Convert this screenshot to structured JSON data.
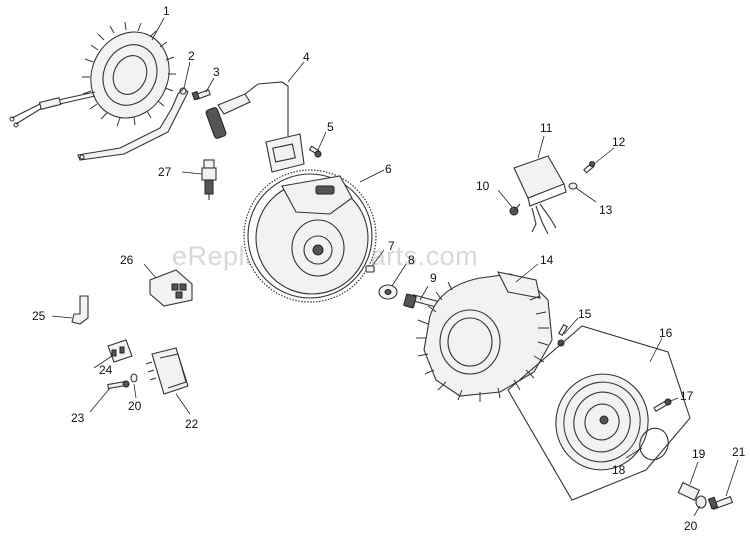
{
  "watermark": "eReplacementParts.com",
  "callouts": {
    "c1": "1",
    "c2": "2",
    "c3": "3",
    "c4": "4",
    "c5": "5",
    "c6": "6",
    "c7": "7",
    "c8": "8",
    "c9": "9",
    "c10": "10",
    "c11": "11",
    "c12": "12",
    "c13": "13",
    "c14": "14",
    "c15": "15",
    "c16": "16",
    "c17": "17",
    "c18": "18",
    "c19": "19",
    "c20a": "20",
    "c20b": "20",
    "c21": "21",
    "c22": "22",
    "c23": "23",
    "c24": "24",
    "c25": "25",
    "c26": "26",
    "c27": "27"
  },
  "colors": {
    "line": "#333333",
    "watermark": "#d8d8d8",
    "background": "#ffffff"
  }
}
